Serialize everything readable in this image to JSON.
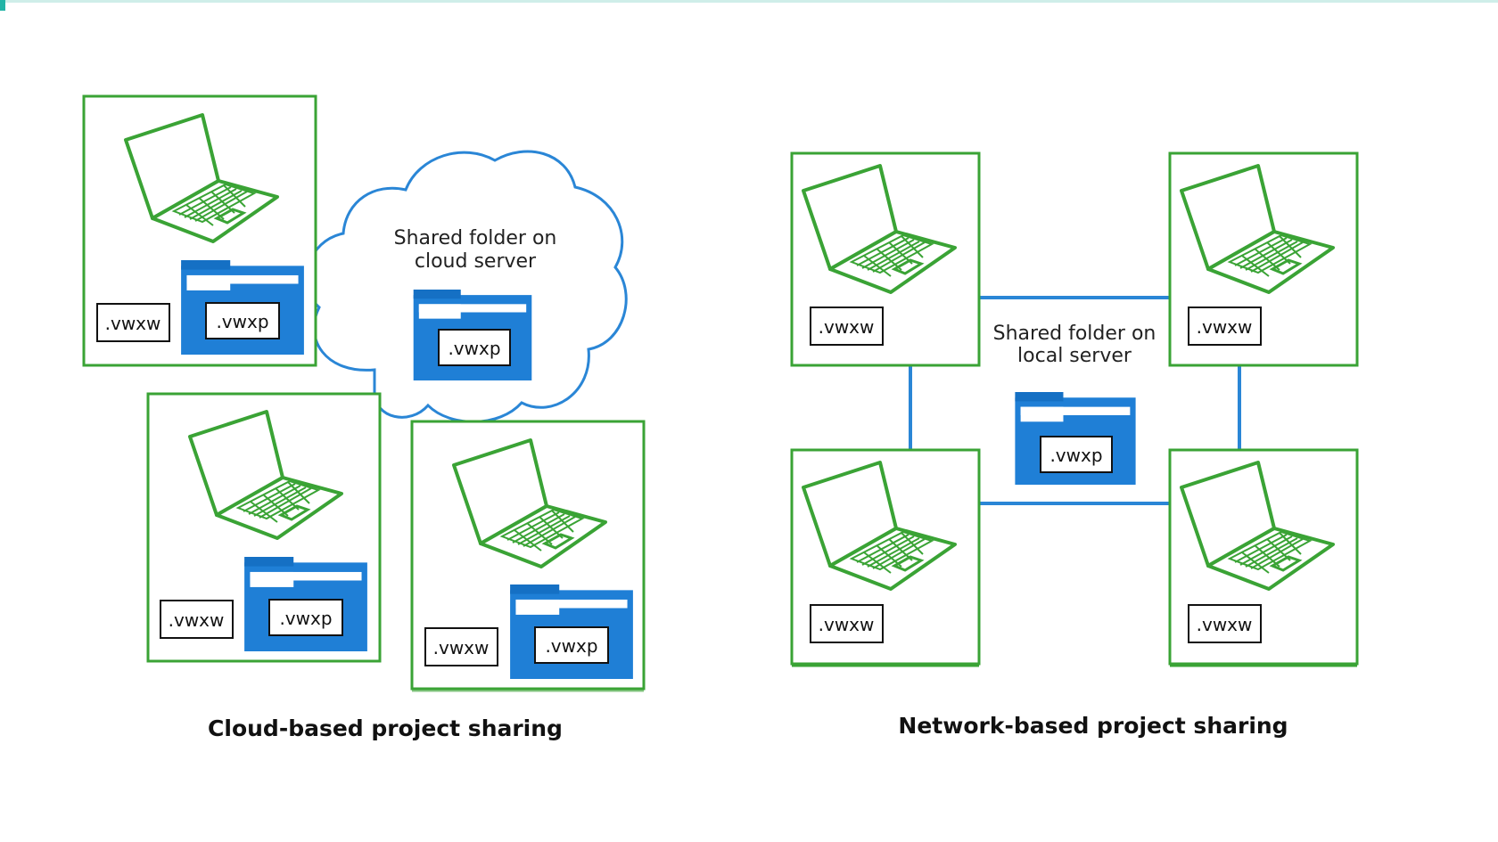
{
  "colors": {
    "device_border": "#3aa335",
    "laptop": "#3aa335",
    "folder": "#1f7fd6",
    "folder_tab_top": "#1570c4",
    "folder_strip": "#ffffff",
    "cloud_stroke": "#2a86d6",
    "network_line": "#2a86d6",
    "text": "#111111"
  },
  "icons": [
    "laptop-icon",
    "folder-icon",
    "cloud-icon"
  ],
  "cloud_diagram": {
    "caption": "Cloud-based project sharing",
    "server_label_line1": "Shared folder on",
    "server_label_line2": "cloud server",
    "server_file": ".vwxp",
    "workstations": [
      {
        "local_file": ".vwxw",
        "project_file": ".vwxp"
      },
      {
        "local_file": ".vwxw",
        "project_file": ".vwxp"
      },
      {
        "local_file": ".vwxw",
        "project_file": ".vwxp"
      }
    ]
  },
  "network_diagram": {
    "caption": "Network-based project sharing",
    "server_label_line1": "Shared folder on",
    "server_label_line2": "local server",
    "server_file": ".vwxp",
    "workstations": [
      {
        "local_file": ".vwxw"
      },
      {
        "local_file": ".vwxw"
      },
      {
        "local_file": ".vwxw"
      },
      {
        "local_file": ".vwxw"
      }
    ]
  }
}
